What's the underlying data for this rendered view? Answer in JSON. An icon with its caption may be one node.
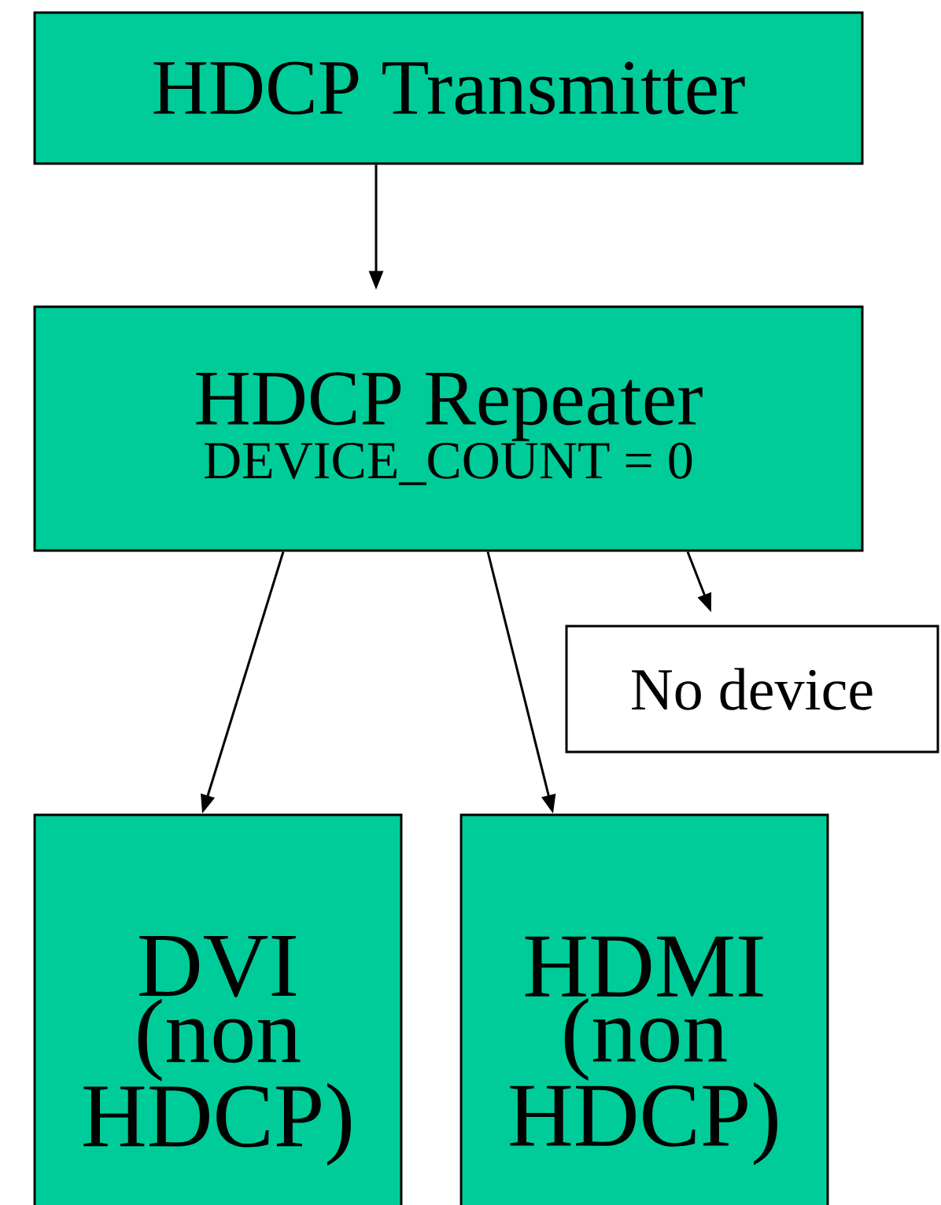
{
  "diagram": {
    "nodes": [
      {
        "text": [
          "HDCP Transmitter"
        ]
      },
      {
        "text": [
          "HDCP Repeater",
          "DEVICE_COUNT = 0"
        ]
      },
      {
        "text": [
          "No device"
        ]
      },
      {
        "text": [
          "DVI (non HDCP)"
        ]
      },
      {
        "text": [
          "HDMI (non HDCP)"
        ]
      }
    ],
    "edges": [
      {
        "from": 0,
        "to": 1,
        "arrow": "to"
      },
      {
        "from": 1,
        "to": 3,
        "arrow": "to"
      },
      {
        "from": 1,
        "to": 4,
        "arrow": "to"
      },
      {
        "from": 1,
        "to": 2,
        "arrow": "to"
      }
    ]
  }
}
